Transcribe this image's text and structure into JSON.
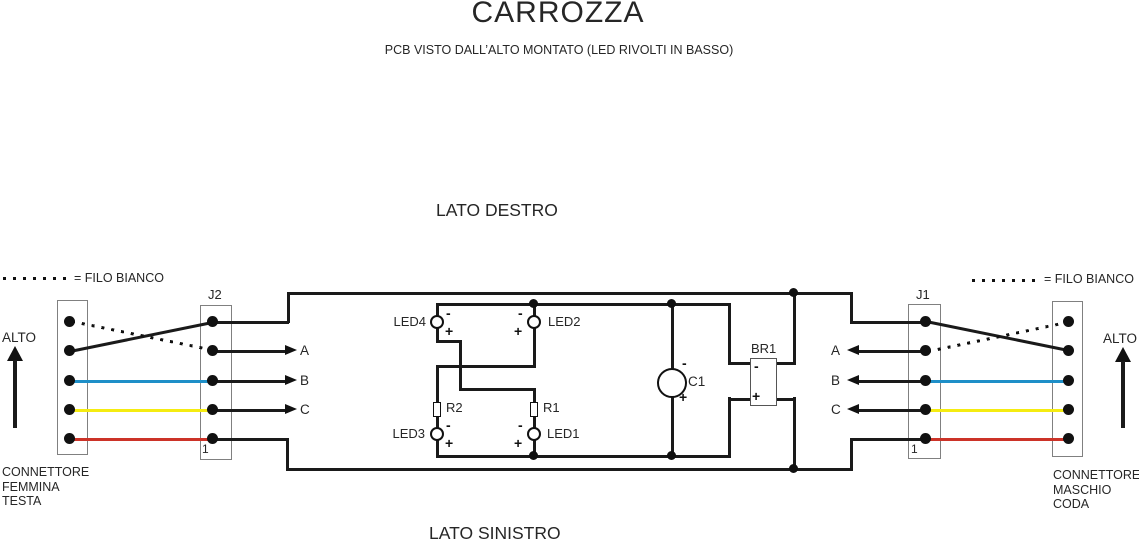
{
  "title": "CARROZZA",
  "subtitle": "PCB VISTO DALL’ALTO MONTATO (LED RIVOLTI IN BASSO)",
  "side_labels": {
    "right_side": "LATO DESTRO",
    "left_side": "LATO SINISTRO"
  },
  "legend": {
    "left": "= FILO BIANCO",
    "right": "= FILO BIANCO"
  },
  "orientation": {
    "left": "ALTO",
    "right": "ALTO"
  },
  "connectors": {
    "left_external": {
      "lines": [
        "CONNETTORE",
        "FEMMINA",
        "TESTA"
      ]
    },
    "right_external": {
      "lines": [
        "CONNETTORE",
        "MASCHIO",
        "CODA"
      ]
    },
    "j2": {
      "label": "J2",
      "pin_one": "1"
    },
    "j1": {
      "label": "J1",
      "pin_one": "1"
    }
  },
  "signals": {
    "left": [
      "A",
      "B",
      "C"
    ],
    "right": [
      "A",
      "B",
      "C"
    ]
  },
  "components": {
    "led4": {
      "label": "LED4",
      "minus": "-",
      "plus": "+"
    },
    "led2": {
      "label": "LED2",
      "minus": "-",
      "plus": "+"
    },
    "led3": {
      "label": "LED3",
      "minus": "-",
      "plus": "+"
    },
    "led1": {
      "label": "LED1",
      "minus": "-",
      "plus": "+"
    },
    "r2": {
      "label": "R2"
    },
    "r1": {
      "label": "R1"
    },
    "c1": {
      "label": "C1",
      "minus": "-",
      "plus": "+"
    },
    "br1": {
      "label": "BR1",
      "minus": "-",
      "plus": "+"
    }
  },
  "colors": {
    "wire_black": "#1a1a1a",
    "wire_blue": "#1e8fc8",
    "wire_yellow": "#f5ec11",
    "wire_red": "#cc3328",
    "text": "#262626"
  }
}
